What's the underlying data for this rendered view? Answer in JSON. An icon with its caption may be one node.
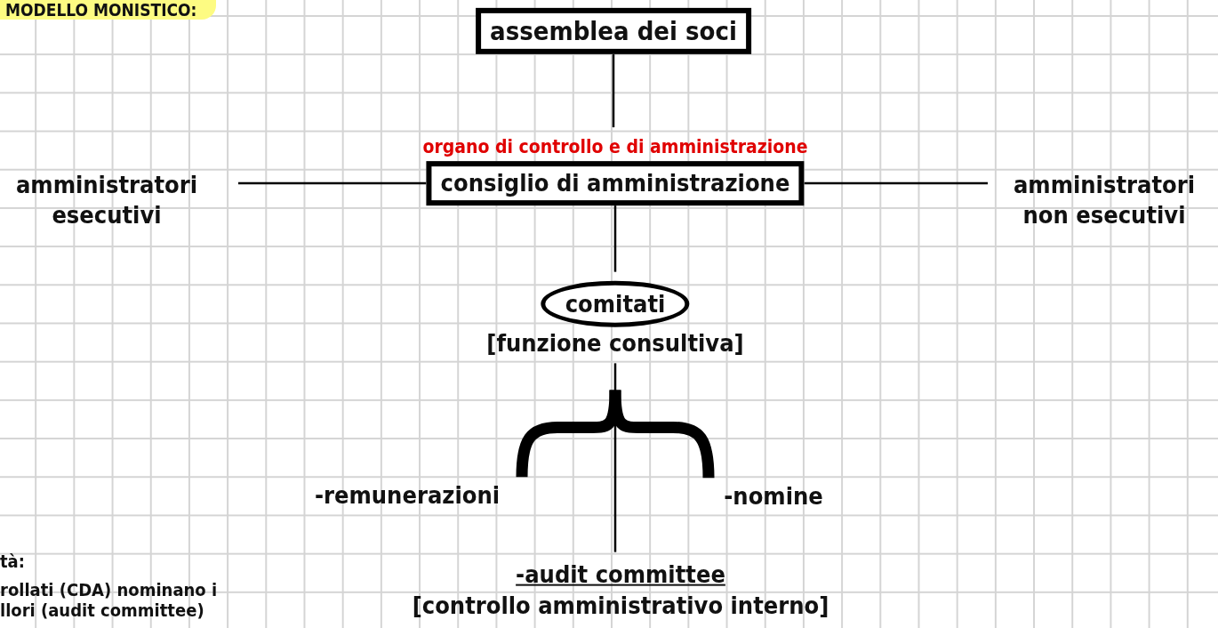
{
  "diagram": {
    "title": "MODELLO MONISTICO:",
    "nodes": [
      {
        "text": [
          "assemblea dei soci"
        ]
      },
      {
        "text": [
          "consiglio di amministrazione"
        ],
        "beside": [
          "organo di controllo e di amministrazione"
        ]
      },
      {
        "text": [
          "amministratori esecutivi"
        ]
      },
      {
        "text": [
          "amministratori non esecutivi"
        ]
      },
      {
        "text": [
          "comitati"
        ],
        "beside": [
          "[funzione consultiva]"
        ]
      },
      {
        "text": [
          "-remunerazioni"
        ]
      },
      {
        "text": [
          "-nomine"
        ]
      },
      {
        "text": [
          "-audit committee"
        ],
        "beside": [
          "[controllo amministrativo interno]"
        ]
      }
    ],
    "edges": [
      {
        "from": 0,
        "to": 1,
        "arrow": "none"
      },
      {
        "from": 1,
        "to": 2,
        "arrow": "none"
      },
      {
        "from": 1,
        "to": 3,
        "arrow": "none"
      },
      {
        "from": 1,
        "to": 4,
        "arrow": "none"
      },
      {
        "from": 4,
        "to": 5,
        "arrow": "none",
        "style": "thick"
      },
      {
        "from": 4,
        "to": 6,
        "arrow": "none",
        "style": "thick"
      },
      {
        "from": 4,
        "to": 7,
        "arrow": "none"
      }
    ],
    "labels": [
      "tà:",
      "rollati (CDA) nominano i llori (audit committee)"
    ]
  }
}
